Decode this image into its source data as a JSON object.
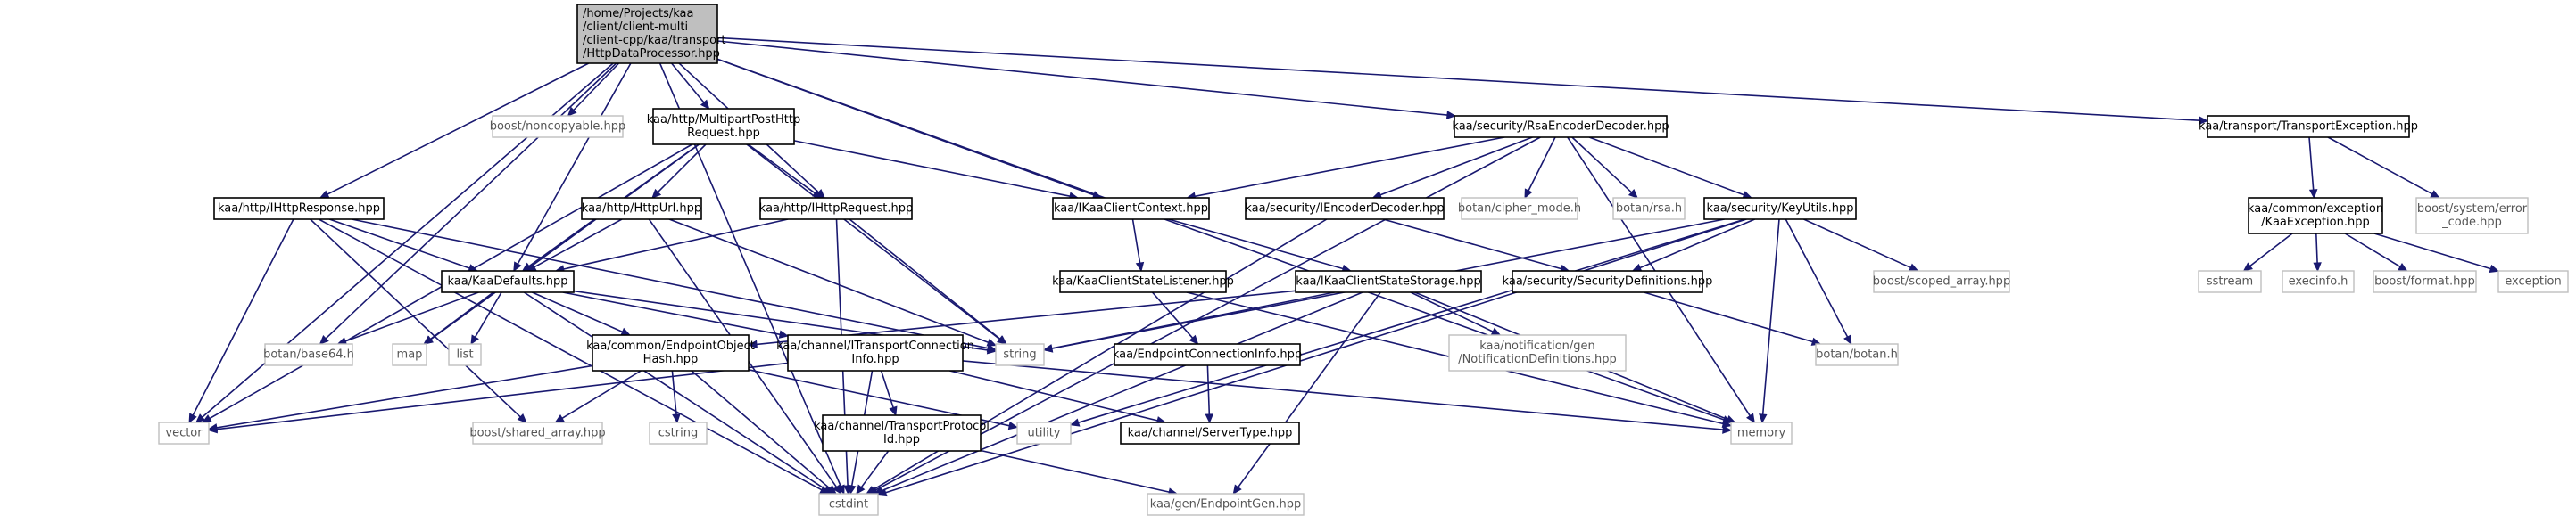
{
  "graph": {
    "colors": {
      "edge": "#191970",
      "root_fill": "#bfbfbf",
      "node_border": "#000000",
      "external_border": "#bfbfbf"
    },
    "nodes": [
      {
        "id": "root",
        "kind": "root",
        "lines": [
          "/home/Projects/kaa",
          "/client/client-multi",
          "/client-cpp/kaa/transport",
          "/HttpDataProcessor.hpp"
        ]
      },
      {
        "id": "noncopyable",
        "kind": "ext",
        "lines": [
          "boost/noncopyable.hpp"
        ]
      },
      {
        "id": "multipart",
        "kind": "int",
        "lines": [
          "kaa/http/MultipartPostHttp",
          "Request.hpp"
        ]
      },
      {
        "id": "rsaenc",
        "kind": "int",
        "lines": [
          "kaa/security/RsaEncoderDecoder.hpp"
        ]
      },
      {
        "id": "transexc",
        "kind": "int",
        "lines": [
          "kaa/transport/TransportException.hpp"
        ]
      },
      {
        "id": "ihttpresp",
        "kind": "int",
        "lines": [
          "kaa/http/IHttpResponse.hpp"
        ]
      },
      {
        "id": "httpurl",
        "kind": "int",
        "lines": [
          "kaa/http/HttpUrl.hpp"
        ]
      },
      {
        "id": "ihttpreq",
        "kind": "int",
        "lines": [
          "kaa/http/IHttpRequest.hpp"
        ]
      },
      {
        "id": "ikaactx",
        "kind": "int",
        "lines": [
          "kaa/IKaaClientContext.hpp"
        ]
      },
      {
        "id": "iencdec",
        "kind": "int",
        "lines": [
          "kaa/security/IEncoderDecoder.hpp"
        ]
      },
      {
        "id": "ciphermode",
        "kind": "ext",
        "lines": [
          "botan/cipher_mode.h"
        ]
      },
      {
        "id": "rsah",
        "kind": "ext",
        "lines": [
          "botan/rsa.h"
        ]
      },
      {
        "id": "keyutils",
        "kind": "int",
        "lines": [
          "kaa/security/KeyUtils.hpp"
        ]
      },
      {
        "id": "kaaexc",
        "kind": "int",
        "lines": [
          "kaa/common/exception",
          "/KaaException.hpp"
        ]
      },
      {
        "id": "syserr",
        "kind": "ext",
        "lines": [
          "boost/system/error",
          "_code.hpp"
        ]
      },
      {
        "id": "kaadefaults",
        "kind": "int",
        "lines": [
          "kaa/KaaDefaults.hpp"
        ]
      },
      {
        "id": "statelistener",
        "kind": "int",
        "lines": [
          "kaa/KaaClientStateListener.hpp"
        ]
      },
      {
        "id": "statestorage",
        "kind": "int",
        "lines": [
          "kaa/IKaaClientStateStorage.hpp"
        ]
      },
      {
        "id": "secdefs",
        "kind": "int",
        "lines": [
          "kaa/security/SecurityDefinitions.hpp"
        ]
      },
      {
        "id": "scopedarray",
        "kind": "ext",
        "lines": [
          "boost/scoped_array.hpp"
        ]
      },
      {
        "id": "sstream",
        "kind": "ext",
        "lines": [
          "sstream"
        ]
      },
      {
        "id": "execinfo",
        "kind": "ext",
        "lines": [
          "execinfo.h"
        ]
      },
      {
        "id": "format",
        "kind": "ext",
        "lines": [
          "boost/format.hpp"
        ]
      },
      {
        "id": "exception",
        "kind": "ext",
        "lines": [
          "exception"
        ]
      },
      {
        "id": "base64",
        "kind": "ext",
        "lines": [
          "botan/base64.h"
        ]
      },
      {
        "id": "map",
        "kind": "ext",
        "lines": [
          "map"
        ]
      },
      {
        "id": "list",
        "kind": "ext",
        "lines": [
          "list"
        ]
      },
      {
        "id": "endpointhash",
        "kind": "int",
        "lines": [
          "kaa/common/EndpointObject",
          "Hash.hpp"
        ]
      },
      {
        "id": "itransconn",
        "kind": "int",
        "lines": [
          "kaa/channel/ITransportConnection",
          "Info.hpp"
        ]
      },
      {
        "id": "string",
        "kind": "ext",
        "lines": [
          "string"
        ]
      },
      {
        "id": "endpointconn",
        "kind": "int",
        "lines": [
          "kaa/EndpointConnectionInfo.hpp"
        ]
      },
      {
        "id": "notifdefs",
        "kind": "ext",
        "lines": [
          "kaa/notification/gen",
          "/NotificationDefinitions.hpp"
        ]
      },
      {
        "id": "botanh",
        "kind": "ext",
        "lines": [
          "botan/botan.h"
        ]
      },
      {
        "id": "vector",
        "kind": "ext",
        "lines": [
          "vector"
        ]
      },
      {
        "id": "sharedarray",
        "kind": "ext",
        "lines": [
          "boost/shared_array.hpp"
        ]
      },
      {
        "id": "cstring",
        "kind": "ext",
        "lines": [
          "cstring"
        ]
      },
      {
        "id": "transproto",
        "kind": "int",
        "lines": [
          "kaa/channel/TransportProtocol",
          "Id.hpp"
        ]
      },
      {
        "id": "utility",
        "kind": "ext",
        "lines": [
          "utility"
        ]
      },
      {
        "id": "servertype",
        "kind": "int",
        "lines": [
          "kaa/channel/ServerType.hpp"
        ]
      },
      {
        "id": "memory",
        "kind": "ext",
        "lines": [
          "memory"
        ]
      },
      {
        "id": "cstdint",
        "kind": "ext",
        "lines": [
          "cstdint"
        ]
      },
      {
        "id": "endpointgen",
        "kind": "ext",
        "lines": [
          "kaa/gen/EndpointGen.hpp"
        ]
      }
    ]
  }
}
